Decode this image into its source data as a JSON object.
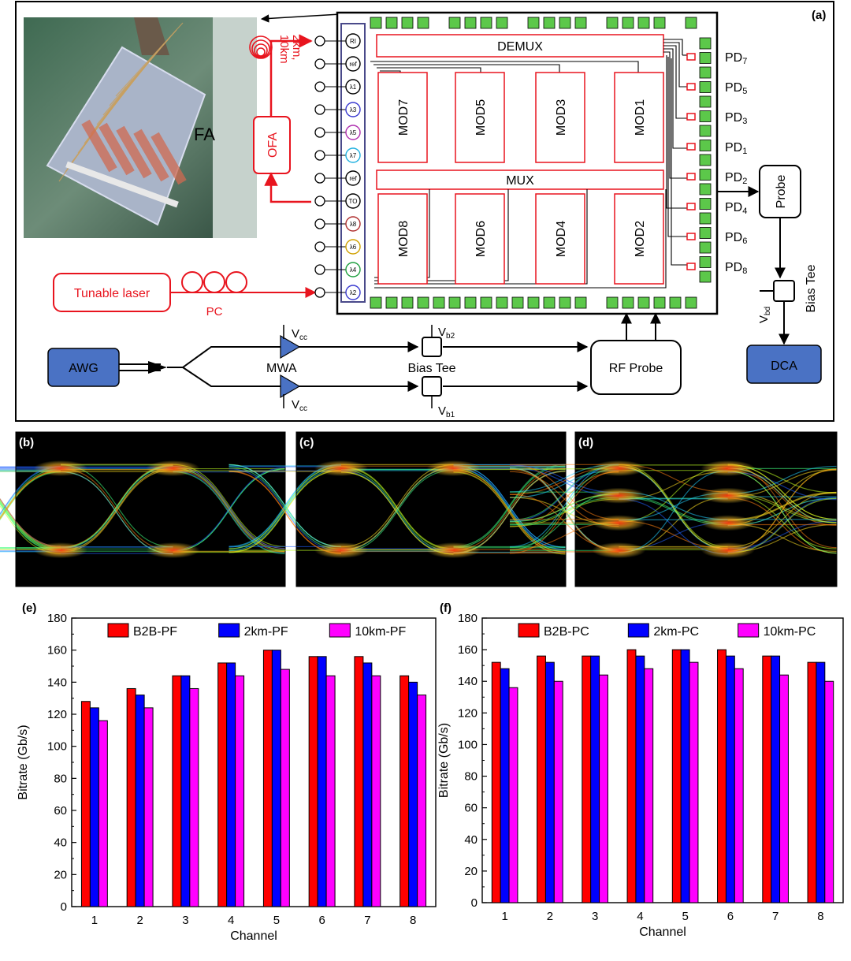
{
  "panel_a": {
    "label": "(a)",
    "photo_label": "FA",
    "fiber_label": "2km,\n10km",
    "ofa_label": "OFA",
    "laser_label": "Tunable laser",
    "pc_label": "PC",
    "demux_label": "DEMUX",
    "mux_label": "MUX",
    "top_mods": [
      "MOD7",
      "MOD5",
      "MOD3",
      "MOD1"
    ],
    "bottom_mods": [
      "MOD8",
      "MOD6",
      "MOD4",
      "MOD2"
    ],
    "ports": [
      "RI",
      "ref",
      "λ1",
      "λ3",
      "λ5",
      "λ7",
      "ref",
      "TO",
      "λ8",
      "λ6",
      "λ4",
      "λ2"
    ],
    "port_colors": [
      "#000000",
      "#000000",
      "#000000",
      "#3a3ad0",
      "#b030b0",
      "#20b0e0",
      "#000000",
      "#000000",
      "#b03030",
      "#d0a000",
      "#20a040",
      "#3a3ad0"
    ],
    "pds": [
      {
        "name": "PD",
        "sub": "7"
      },
      {
        "name": "PD",
        "sub": "5"
      },
      {
        "name": "PD",
        "sub": "3"
      },
      {
        "name": "PD",
        "sub": "1"
      },
      {
        "name": "PD",
        "sub": "2"
      },
      {
        "name": "PD",
        "sub": "4"
      },
      {
        "name": "PD",
        "sub": "6"
      },
      {
        "name": "PD",
        "sub": "8"
      }
    ],
    "probe_label": "Probe",
    "bias_tee_right": "Bias Tee",
    "vbd": {
      "main": "V",
      "sub": "bd"
    },
    "dca_label": "DCA",
    "awg_label": "AWG",
    "mwa_label": "MWA",
    "vcc": {
      "main": "V",
      "sub": "cc"
    },
    "vb2": {
      "main": "V",
      "sub": "b2"
    },
    "vb1": {
      "main": "V",
      "sub": "b1"
    },
    "bias_tee_mid": "Bias Tee",
    "rf_probe_label": "RF Probe",
    "colors": {
      "red": "#e8141e",
      "blue_box": "#4a72c4",
      "pad_green": "#5cc84a"
    }
  },
  "eye_panels": [
    {
      "label": "(b)",
      "levels": 2
    },
    {
      "label": "(c)",
      "levels": 2
    },
    {
      "label": "(d)",
      "levels": 4
    }
  ],
  "chart_data": [
    {
      "type": "bar",
      "label": "(e)",
      "categories": [
        "1",
        "2",
        "3",
        "4",
        "5",
        "6",
        "7",
        "8"
      ],
      "series": [
        {
          "name": "B2B-PF",
          "color": "#ff0000",
          "values": [
            128,
            136,
            144,
            152,
            160,
            156,
            156,
            144
          ]
        },
        {
          "name": "2km-PF",
          "color": "#0000ff",
          "values": [
            124,
            132,
            144,
            152,
            160,
            156,
            152,
            140
          ]
        },
        {
          "name": "10km-PF",
          "color": "#ff00ff",
          "values": [
            116,
            124,
            136,
            144,
            148,
            144,
            144,
            132
          ]
        }
      ],
      "xlabel": "Channel",
      "ylabel": "Bitrate (Gb/s)",
      "ylim": [
        0,
        180
      ],
      "yticks": [
        "0",
        "20",
        "40",
        "60",
        "80",
        "100",
        "120",
        "140",
        "160",
        "180"
      ],
      "legend": "top"
    },
    {
      "type": "bar",
      "label": "(f)",
      "categories": [
        "1",
        "2",
        "3",
        "4",
        "5",
        "6",
        "7",
        "8"
      ],
      "series": [
        {
          "name": "B2B-PC",
          "color": "#ff0000",
          "values": [
            152,
            156,
            156,
            160,
            160,
            160,
            156,
            152
          ]
        },
        {
          "name": "2km-PC",
          "color": "#0000ff",
          "values": [
            148,
            152,
            156,
            156,
            160,
            156,
            156,
            152
          ]
        },
        {
          "name": "10km-PC",
          "color": "#ff00ff",
          "values": [
            136,
            140,
            144,
            148,
            152,
            148,
            144,
            140
          ]
        }
      ],
      "xlabel": "Channel",
      "ylabel": "Bitrate (Gb/s)",
      "ylim": [
        0,
        180
      ],
      "yticks": [
        "0",
        "20",
        "40",
        "60",
        "80",
        "100",
        "120",
        "140",
        "160",
        "180"
      ],
      "legend": "top"
    }
  ]
}
